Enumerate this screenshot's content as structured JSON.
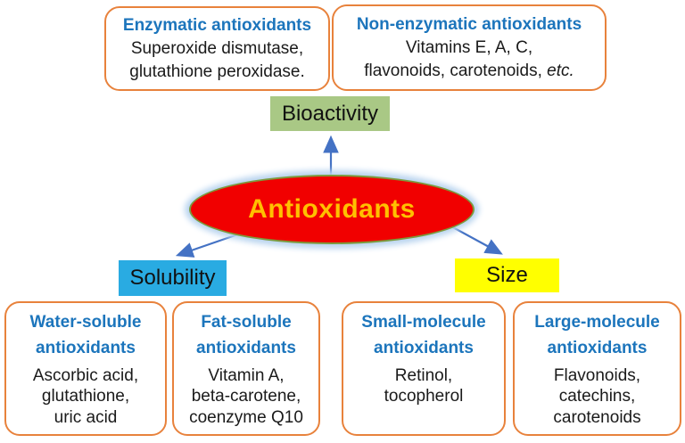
{
  "center": {
    "label": "Antioxidants"
  },
  "categories": {
    "bioactivity": "Bioactivity",
    "solubility": "Solubility",
    "size": "Size"
  },
  "boxes": {
    "enzymatic": {
      "title": "Enzymatic antioxidants",
      "lines": [
        "Superoxide dismutase,",
        "glutathione peroxidase."
      ]
    },
    "nonenzymatic": {
      "title": "Non-enzymatic antioxidants",
      "line1": "Vitamins E, A, C,",
      "line2_prefix": "flavonoids, carotenoids, ",
      "line2_italic": "etc."
    },
    "water": {
      "title_line1": "Water-soluble",
      "title_line2": "antioxidants",
      "lines": [
        "Ascorbic acid,",
        "glutathione,",
        "uric acid"
      ]
    },
    "fat": {
      "title_line1": "Fat-soluble",
      "title_line2": "antioxidants",
      "lines": [
        "Vitamin A,",
        "beta-carotene,",
        "coenzyme Q10"
      ]
    },
    "small": {
      "title_line1": "Small-molecule",
      "title_line2": "antioxidants",
      "lines": [
        "Retinol,",
        "tocopherol"
      ]
    },
    "large": {
      "title_line1": "Large-molecule",
      "title_line2": "antioxidants",
      "lines": [
        "Flavonoids,",
        "catechins,",
        "carotenoids"
      ]
    }
  },
  "colors": {
    "border_orange": "#e8823c",
    "heading_blue": "#1c75bc",
    "ellipse_red": "#f10000",
    "ellipse_rim_olive": "#7c9a3d",
    "ellipse_glow_blue": "#b9d4ef",
    "ellipse_text_gold": "#ffc000",
    "bioactivity_green": "#a9c885",
    "solubility_cyan": "#29abe2",
    "size_yellow": "#ffff00",
    "arrow_blue": "#4472c4"
  }
}
